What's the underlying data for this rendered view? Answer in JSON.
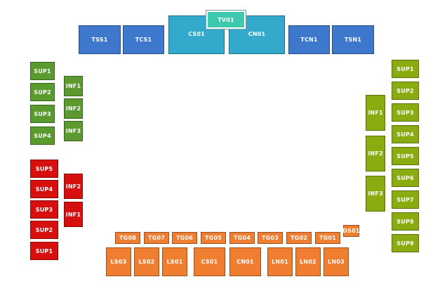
{
  "colors": {
    "blue": "#3e78cc",
    "cyan": "#33aacb",
    "teal": "#3ec8ad",
    "green": "#5a9a2e",
    "lime": "#8aac10",
    "red": "#d80f0f",
    "orange": "#f07e30"
  },
  "top": {
    "tss1": "TSS1",
    "tcs1": "TCS1",
    "cs01": "CS01",
    "tv01": "TV01",
    "cn01": "CN01",
    "tcn1": "TCN1",
    "tsn1": "TSN1"
  },
  "left_green": {
    "sup": [
      "SUP1",
      "SUP2",
      "SUP3",
      "SUP4"
    ],
    "inf": [
      "INF1",
      "INF2",
      "INF3"
    ]
  },
  "left_red": {
    "sup": [
      "SUP5",
      "SUP4",
      "SUP3",
      "SUP2",
      "SUP1"
    ],
    "inf": [
      "INF2",
      "INF1"
    ]
  },
  "right": {
    "inf": [
      "INF1",
      "INF2",
      "INF3"
    ],
    "sup": [
      "SUP1",
      "SUP2",
      "SUP3",
      "SUP4",
      "SUP5",
      "SUP6",
      "SUP7",
      "SUP8",
      "SUP9"
    ]
  },
  "bottom": {
    "tg": [
      "TG08",
      "TG07",
      "TG06",
      "TG05",
      "TG04",
      "TG03",
      "TG02",
      "TG01"
    ],
    "ds01": "DS01",
    "lower": [
      "LS03",
      "LS02",
      "LS01",
      "CS01",
      "CN01",
      "LN01",
      "LN02",
      "LN03"
    ]
  }
}
